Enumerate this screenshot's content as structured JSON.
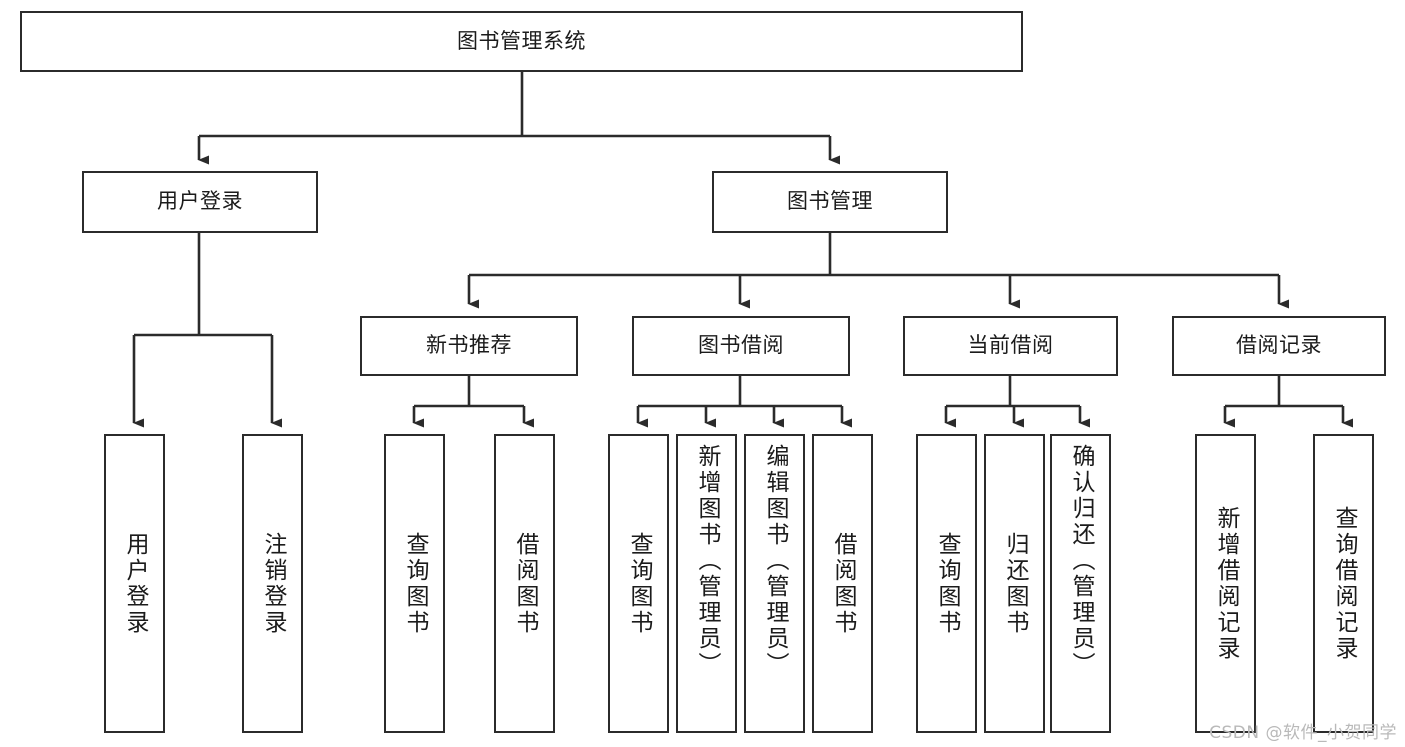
{
  "diagram": {
    "type": "tree-hierarchy-flowchart",
    "title": "图书管理系统",
    "watermark": "CSDN @软件_小贺同学",
    "colors": {
      "box_border": "#2b2b2b",
      "box_fill": "#ffffff",
      "edge": "#2b2b2b",
      "text": "#1b1b1b",
      "watermark": "#b9b9b9",
      "background": "#ffffff"
    },
    "nodes": {
      "root": {
        "label": "图书管理系统",
        "level": 0,
        "orientation": "horizontal"
      },
      "user_login": {
        "label": "用户登录",
        "level": 1,
        "orientation": "horizontal"
      },
      "book_manage": {
        "label": "图书管理",
        "level": 1,
        "orientation": "horizontal"
      },
      "new_book_rec": {
        "label": "新书推荐",
        "level": 2,
        "orientation": "horizontal"
      },
      "book_borrow": {
        "label": "图书借阅",
        "level": 2,
        "orientation": "horizontal"
      },
      "current_borrow": {
        "label": "当前借阅",
        "level": 2,
        "orientation": "horizontal"
      },
      "borrow_record": {
        "label": "借阅记录",
        "level": 2,
        "orientation": "horizontal"
      },
      "leaf_user_login": {
        "label": "用户登录",
        "level": 3,
        "orientation": "vertical"
      },
      "leaf_logout": {
        "label": "注销登录",
        "level": 3,
        "orientation": "vertical"
      },
      "leaf_query_book_1": {
        "label": "查询图书",
        "level": 3,
        "orientation": "vertical"
      },
      "leaf_borrow_book_1": {
        "label": "借阅图书",
        "level": 3,
        "orientation": "vertical"
      },
      "leaf_query_book_2": {
        "label": "查询图书",
        "level": 3,
        "orientation": "vertical"
      },
      "leaf_add_book": {
        "label": "新增图书（管理员）",
        "level": 3,
        "orientation": "vertical"
      },
      "leaf_edit_book": {
        "label": "编辑图书（管理员）",
        "level": 3,
        "orientation": "vertical"
      },
      "leaf_borrow_book_2": {
        "label": "借阅图书",
        "level": 3,
        "orientation": "vertical"
      },
      "leaf_query_book_3": {
        "label": "查询图书",
        "level": 3,
        "orientation": "vertical"
      },
      "leaf_return_book": {
        "label": "归还图书",
        "level": 3,
        "orientation": "vertical"
      },
      "leaf_confirm_return": {
        "label": "确认归还（管理员）",
        "level": 3,
        "orientation": "vertical"
      },
      "leaf_add_record": {
        "label": "新增借阅记录",
        "level": 3,
        "orientation": "vertical"
      },
      "leaf_query_record": {
        "label": "查询借阅记录",
        "level": 3,
        "orientation": "vertical"
      }
    },
    "edges": [
      {
        "from": "root",
        "to": "user_login"
      },
      {
        "from": "root",
        "to": "book_manage"
      },
      {
        "from": "user_login",
        "to": "leaf_user_login"
      },
      {
        "from": "user_login",
        "to": "leaf_logout"
      },
      {
        "from": "book_manage",
        "to": "new_book_rec"
      },
      {
        "from": "book_manage",
        "to": "book_borrow"
      },
      {
        "from": "book_manage",
        "to": "current_borrow"
      },
      {
        "from": "book_manage",
        "to": "borrow_record"
      },
      {
        "from": "new_book_rec",
        "to": "leaf_query_book_1"
      },
      {
        "from": "new_book_rec",
        "to": "leaf_borrow_book_1"
      },
      {
        "from": "book_borrow",
        "to": "leaf_query_book_2"
      },
      {
        "from": "book_borrow",
        "to": "leaf_add_book"
      },
      {
        "from": "book_borrow",
        "to": "leaf_edit_book"
      },
      {
        "from": "book_borrow",
        "to": "leaf_borrow_book_2"
      },
      {
        "from": "current_borrow",
        "to": "leaf_query_book_3"
      },
      {
        "from": "current_borrow",
        "to": "leaf_return_book"
      },
      {
        "from": "current_borrow",
        "to": "leaf_confirm_return"
      },
      {
        "from": "borrow_record",
        "to": "leaf_add_record"
      },
      {
        "from": "borrow_record",
        "to": "leaf_query_record"
      }
    ]
  }
}
